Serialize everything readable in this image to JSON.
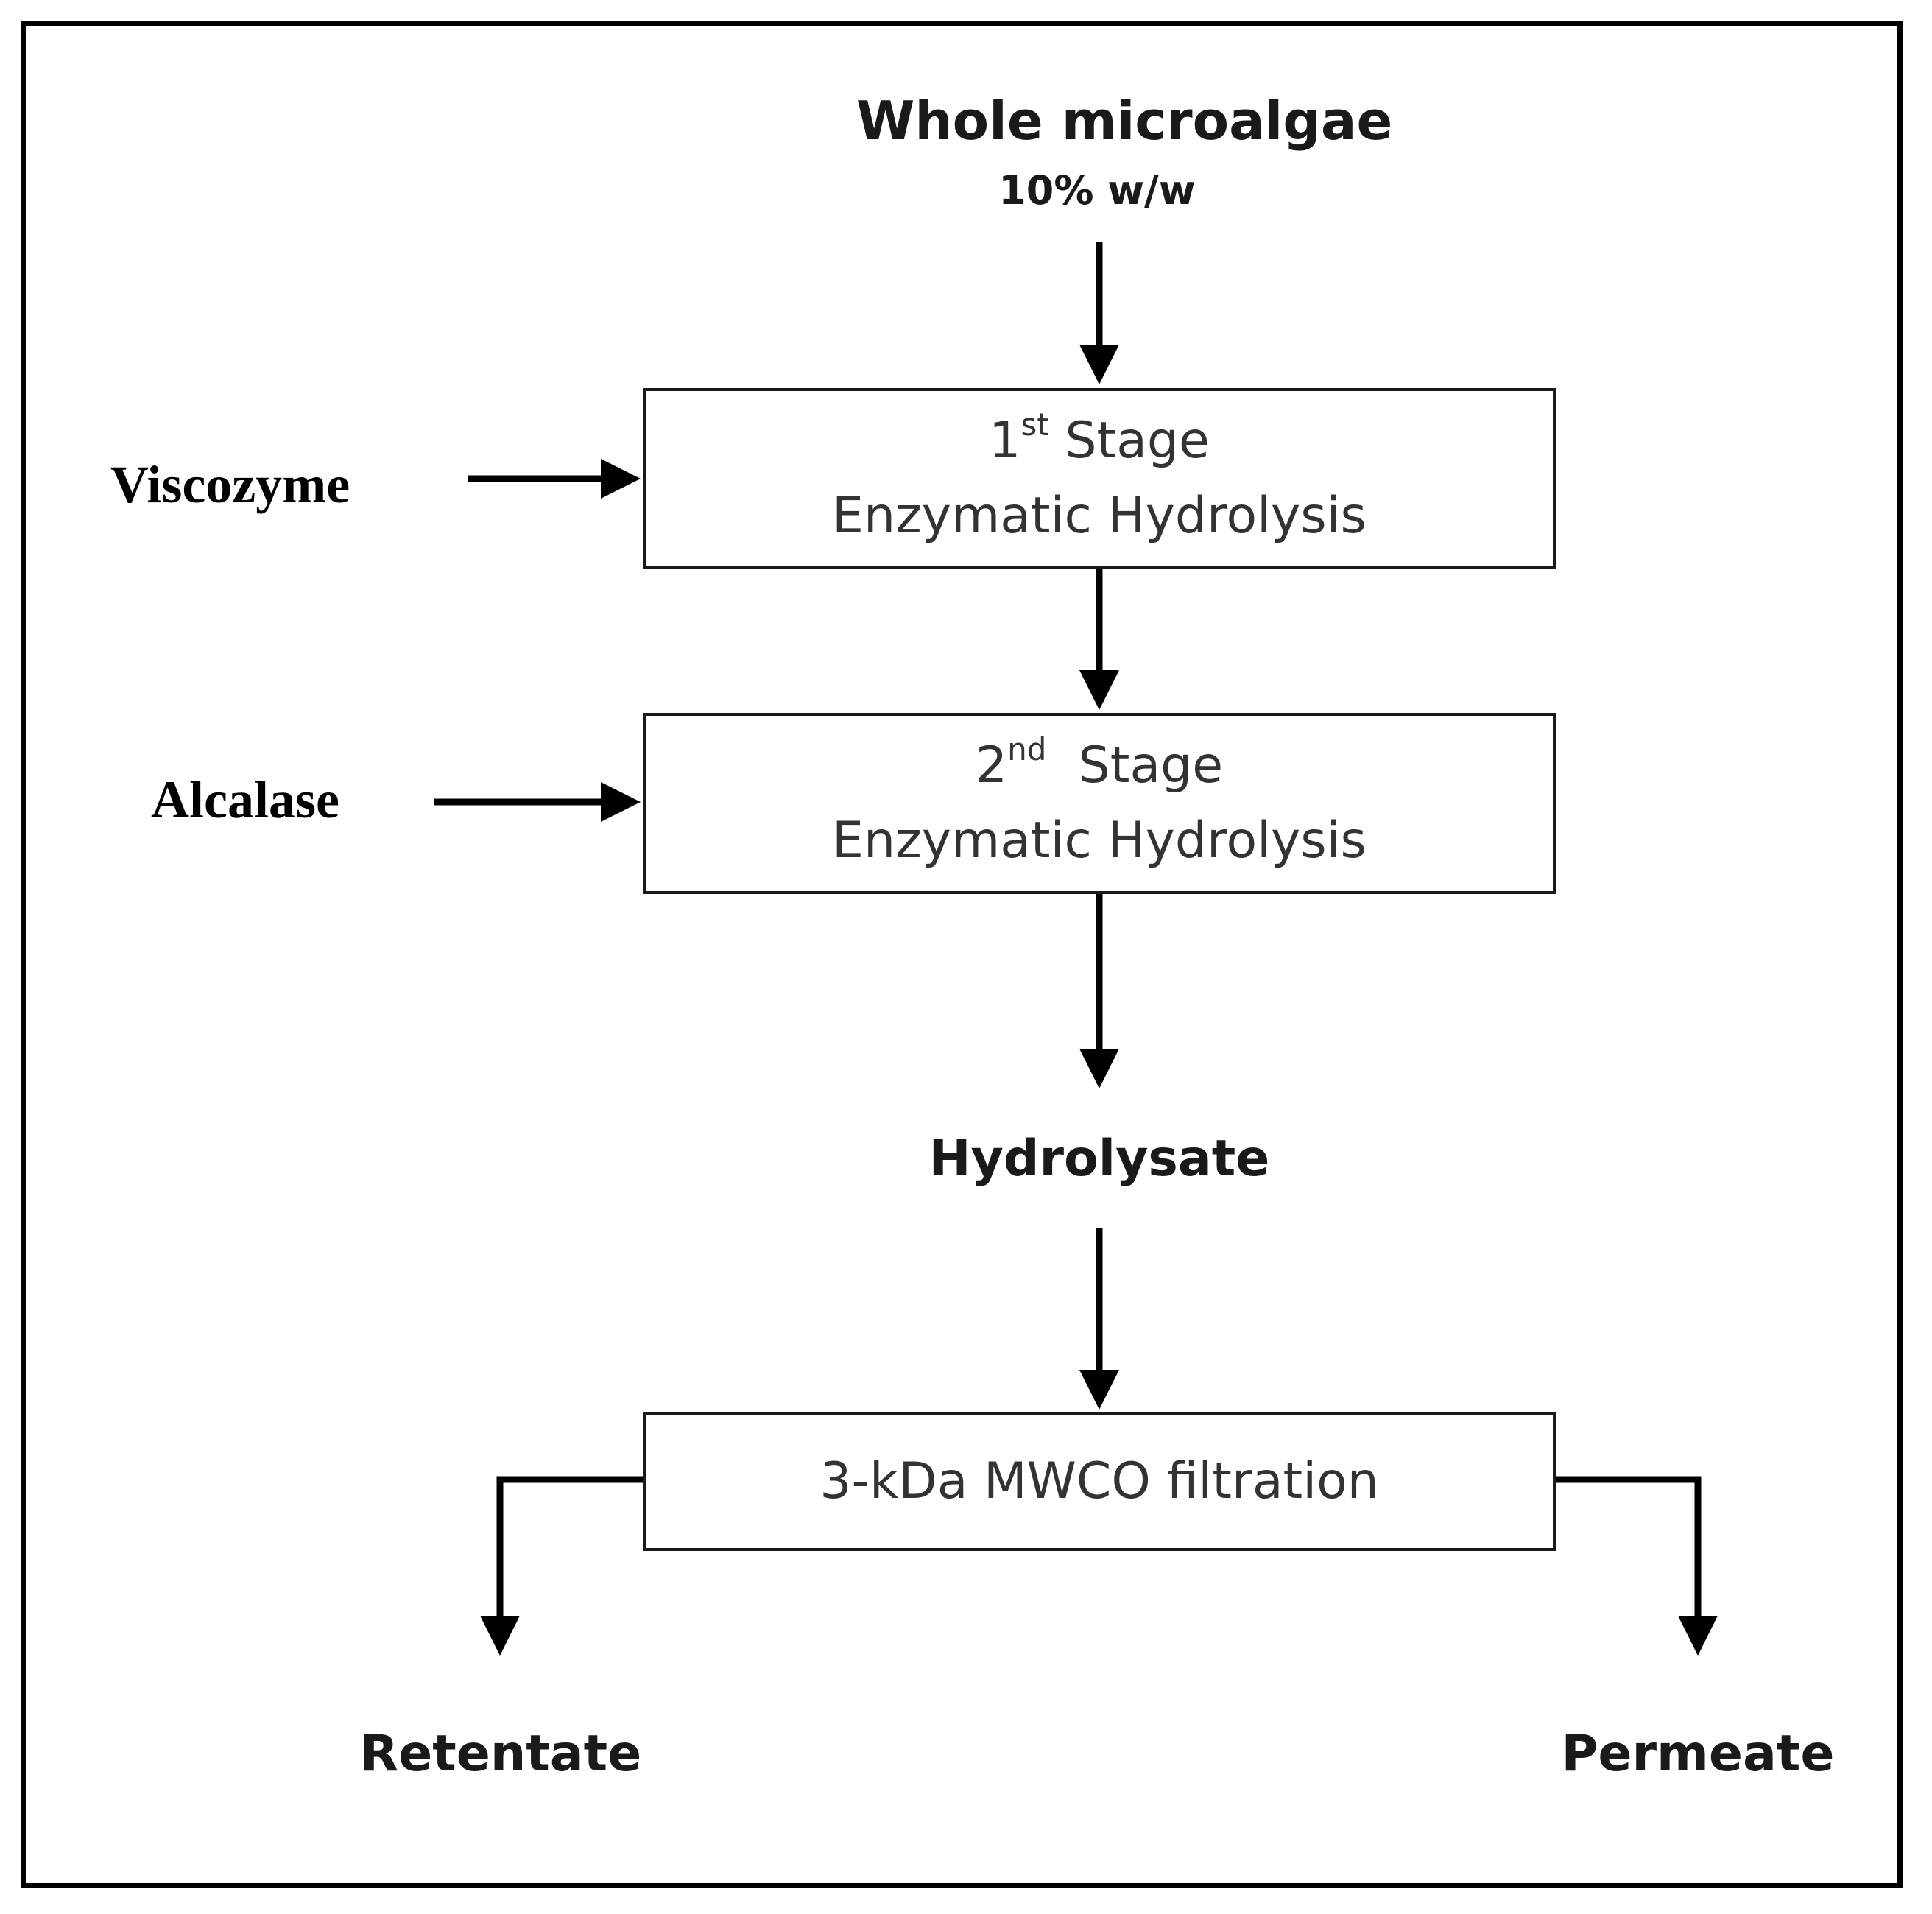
{
  "input": {
    "title": "Whole microalgae",
    "subtitle": "10% w/w"
  },
  "enzymes": {
    "first": "Viscozyme",
    "second": "Alcalase"
  },
  "stage1": {
    "number": "1",
    "suffix": "st",
    "stage_word": "Stage",
    "process": "Enzymatic Hydrolysis"
  },
  "stage2": {
    "number": "2",
    "suffix": "nd",
    "stage_word": "Stage",
    "process": "Enzymatic Hydrolysis"
  },
  "intermediate": {
    "label": "Hydrolysate"
  },
  "filtration": {
    "label": "3-kDa MWCO filtration"
  },
  "outputs": {
    "left": "Retentate",
    "right": "Permeate"
  }
}
